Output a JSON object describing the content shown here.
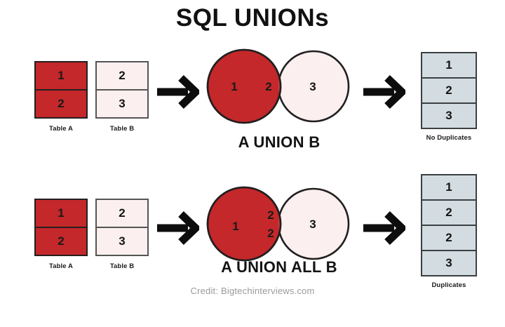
{
  "title": "SQL UNIONs",
  "credit": "Credit: Bigtechinterviews.com",
  "colors": {
    "red": "#C4282A",
    "pink": "#FBEFEF",
    "overlap": "#B5403C",
    "result": "#D3DCE0",
    "outline": "#231f20",
    "arrow": "#0d0d0d",
    "credit_text": "#9a9a9a"
  },
  "rows": [
    {
      "id": "union",
      "table_a": {
        "label": "Table A",
        "values": [
          "1",
          "2"
        ]
      },
      "table_b": {
        "label": "Table B",
        "values": [
          "2",
          "3"
        ]
      },
      "arrow_left": "arrow-right-icon",
      "arrow_right": "arrow-right-icon",
      "venn": {
        "label": "A UNION B",
        "left_only": [
          "1"
        ],
        "overlap": [
          "2"
        ],
        "right_only": [
          "3"
        ]
      },
      "result": {
        "label": "No Duplicates",
        "values": [
          "1",
          "2",
          "3"
        ]
      }
    },
    {
      "id": "union-all",
      "table_a": {
        "label": "Table A",
        "values": [
          "1",
          "2"
        ]
      },
      "table_b": {
        "label": "Table B",
        "values": [
          "2",
          "3"
        ]
      },
      "arrow_left": "arrow-right-icon",
      "arrow_right": "arrow-right-icon",
      "venn": {
        "label": "A UNION ALL B",
        "left_only": [
          "1"
        ],
        "overlap": [
          "2",
          "2"
        ],
        "right_only": [
          "3"
        ]
      },
      "result": {
        "label": "Duplicates",
        "values": [
          "1",
          "2",
          "2",
          "3"
        ]
      }
    }
  ]
}
